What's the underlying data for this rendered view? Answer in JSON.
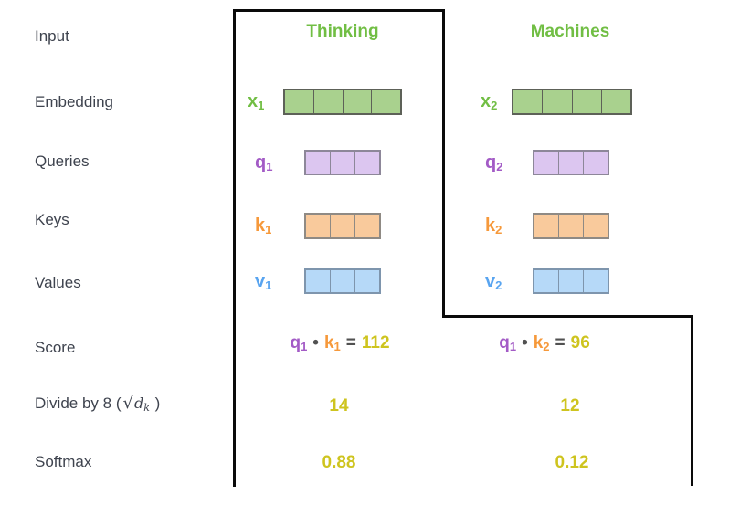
{
  "colors": {
    "green": "#71BE44",
    "green_fill": "#A9D18E",
    "purple": "#A35BC6",
    "purple_fill": "#DCC6F0",
    "orange": "#F6993B",
    "orange_fill": "#F9CA9C",
    "blue": "#58A4F0",
    "blue_fill": "#B6D9F8",
    "yellow": "#CEC41F",
    "label_text": "#3E434E",
    "operator": "#515151",
    "box_border": "#000000"
  },
  "row_labels": {
    "input": "Input",
    "embedding": "Embedding",
    "queries": "Queries",
    "keys": "Keys",
    "values": "Values",
    "score": "Score",
    "softmax": "Softmax"
  },
  "divide_label": {
    "prefix": "Divide by 8 (",
    "sqrt_symbol": "√",
    "radicand": "d",
    "radicand_sub": "k",
    "suffix": ")"
  },
  "columns": [
    {
      "word": "Thinking",
      "embedding_label": {
        "base": "x",
        "sub": "1"
      },
      "embedding_cells": 4,
      "query_label": {
        "base": "q",
        "sub": "1"
      },
      "query_cells": 3,
      "key_label": {
        "base": "k",
        "sub": "1"
      },
      "key_cells": 3,
      "value_label": {
        "base": "v",
        "sub": "1"
      },
      "value_cells": 3,
      "score": {
        "q_base": "q",
        "q_sub": "1",
        "dot": "•",
        "k_base": "k",
        "k_sub": "1",
        "equals": "=",
        "result": "112"
      },
      "divided_value": "14",
      "softmax_value": "0.88"
    },
    {
      "word": "Machines",
      "embedding_label": {
        "base": "x",
        "sub": "2"
      },
      "embedding_cells": 4,
      "query_label": {
        "base": "q",
        "sub": "2"
      },
      "query_cells": 3,
      "key_label": {
        "base": "k",
        "sub": "2"
      },
      "key_cells": 3,
      "value_label": {
        "base": "v",
        "sub": "2"
      },
      "value_cells": 3,
      "score": {
        "q_base": "q",
        "q_sub": "1",
        "dot": "•",
        "k_base": "k",
        "k_sub": "2",
        "equals": "=",
        "result": "96"
      },
      "divided_value": "12",
      "softmax_value": "0.12"
    }
  ]
}
